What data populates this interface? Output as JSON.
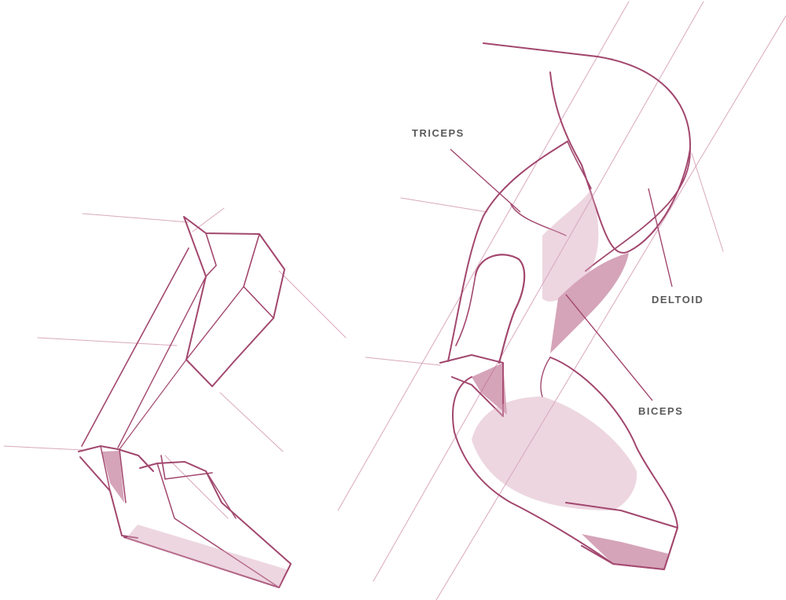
{
  "labels": {
    "triceps": "TRICEPS",
    "deltoid": "DELTOID",
    "biceps": "BICEPS"
  },
  "colors": {
    "pencil": "#a2476e",
    "pencil_light": "#d9a8bd",
    "label_text": "#5a5a5a",
    "paper": "#ffffff"
  }
}
